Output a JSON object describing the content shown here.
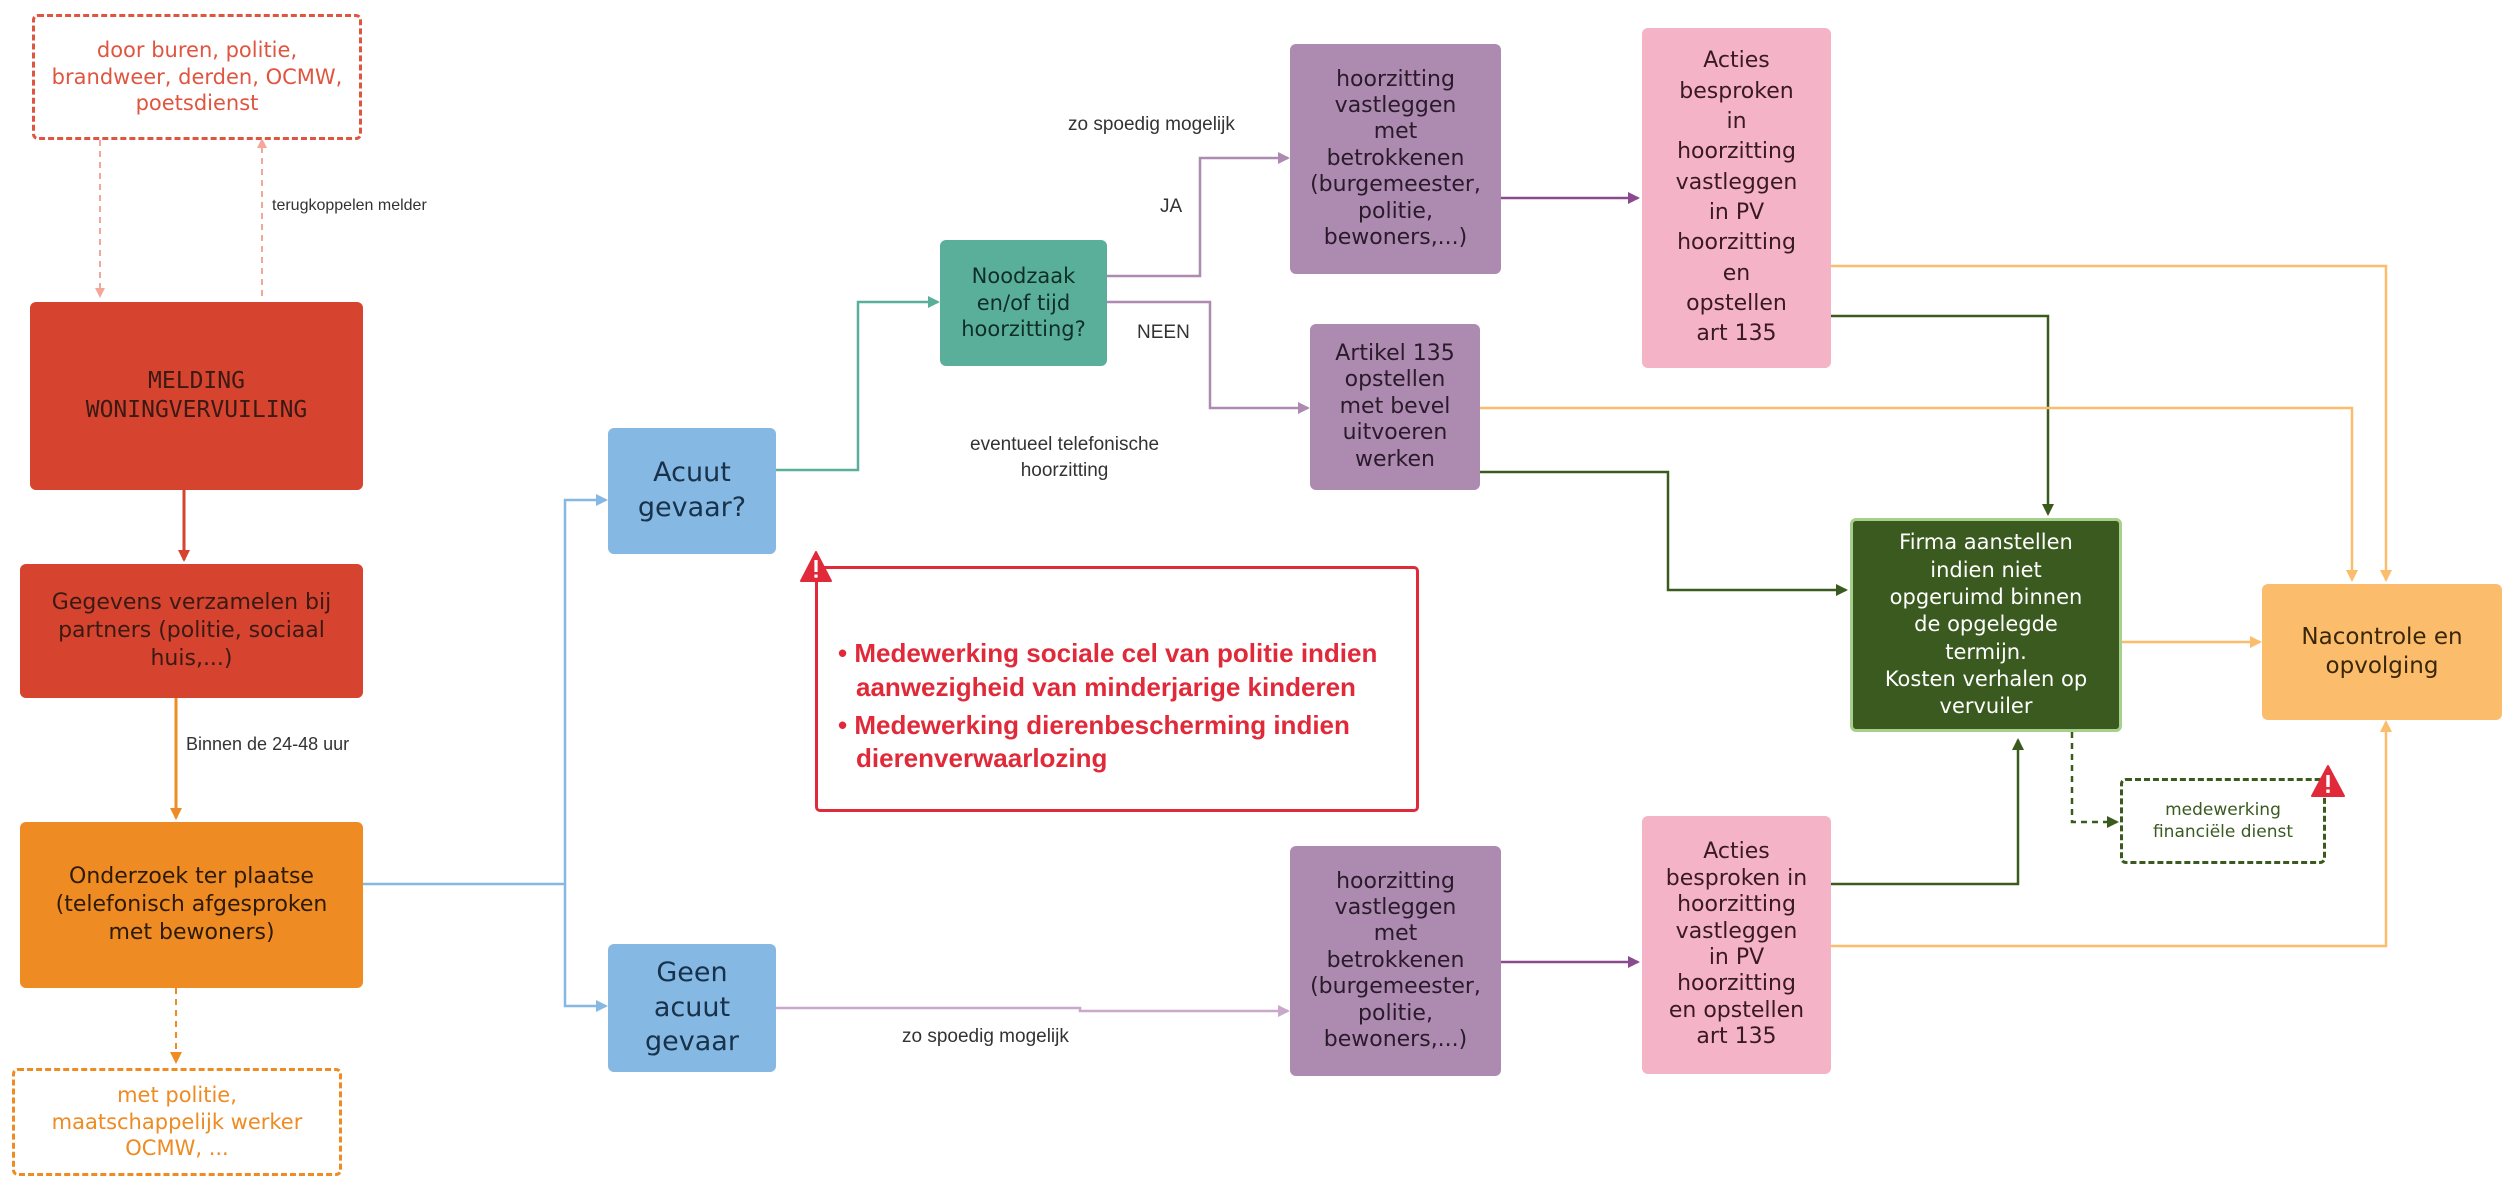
{
  "nodes": {
    "sources": "door buren, politie,\nbrandweer, derden, OCMW,\npoetsdienst",
    "melding": "MELDING\nWONINGVERVUILING",
    "gegevens": "Gegevens verzamelen bij\npartners (politie, sociaal\nhuis,...)",
    "onderzoek": "Onderzoek ter plaatse\n(telefonisch afgesproken\nmet bewoners)",
    "partners": "met politie,\nmaatschappelijk werker\nOCMW, ...",
    "acuut": "Acuut\ngevaar?",
    "geen_acuut": "Geen\nacuut\ngevaar",
    "noodzaak": "Noodzaak\nen/of tijd\nhoorzitting?",
    "hoorzitting_top": "hoorzitting\nvastleggen\nmet\nbetrokkenen\n(burgemeester,\npolitie,\nbewoners,...)",
    "hoorzitting_bottom": "hoorzitting\nvastleggen\nmet\nbetrokkenen\n(burgemeester,\npolitie,\nbewoners,...)",
    "artikel": "Artikel 135\nopstellen\nmet bevel\nuitvoeren\nwerken",
    "acties_top": "Acties\nbesproken\nin\nhoorzitting\nvastleggen\nin PV\nhoorzitting\nen\nopstellen\nart 135",
    "acties_bottom": "Acties\nbesproken in\nhoorzitting\nvastleggen\nin PV\nhoorzitting\nen opstellen\nart 135",
    "firma": "Firma aanstellen\nindien niet\nopgeruimd binnen\nde opgelegde\ntermijn.\nKosten verhalen op\nvervuiler",
    "nacontrole": "Nacontrole en\nopvolging",
    "financiele": "medewerking\nfinanciële dienst"
  },
  "labels": {
    "terugkoppelen": "terugkoppelen melder",
    "binnen": "Binnen de 24-48 uur",
    "spoedig_top": "zo spoedig mogelijk",
    "ja": "JA",
    "neen": "NEEN",
    "telefonisch": "eventueel telefonische\nhoorzitting",
    "spoedig_bottom": "zo spoedig mogelijk"
  },
  "warning": {
    "items": [
      "Medewerking sociale cel van politie indien aanwezigheid van minderjarige kinderen",
      "Medewerking dierenbescherming indien dierenverwaarlozing"
    ]
  },
  "colors": {
    "red": "#d6432f",
    "orange": "#ee8b22",
    "blue": "#85b8e2",
    "teal": "#5aaf9b",
    "purple": "#ad8bb0",
    "pink": "#f5b3c8",
    "dark_green": "#3a5a1f",
    "light_orange": "#fbbd6c",
    "alert_red": "#e02a3a"
  }
}
